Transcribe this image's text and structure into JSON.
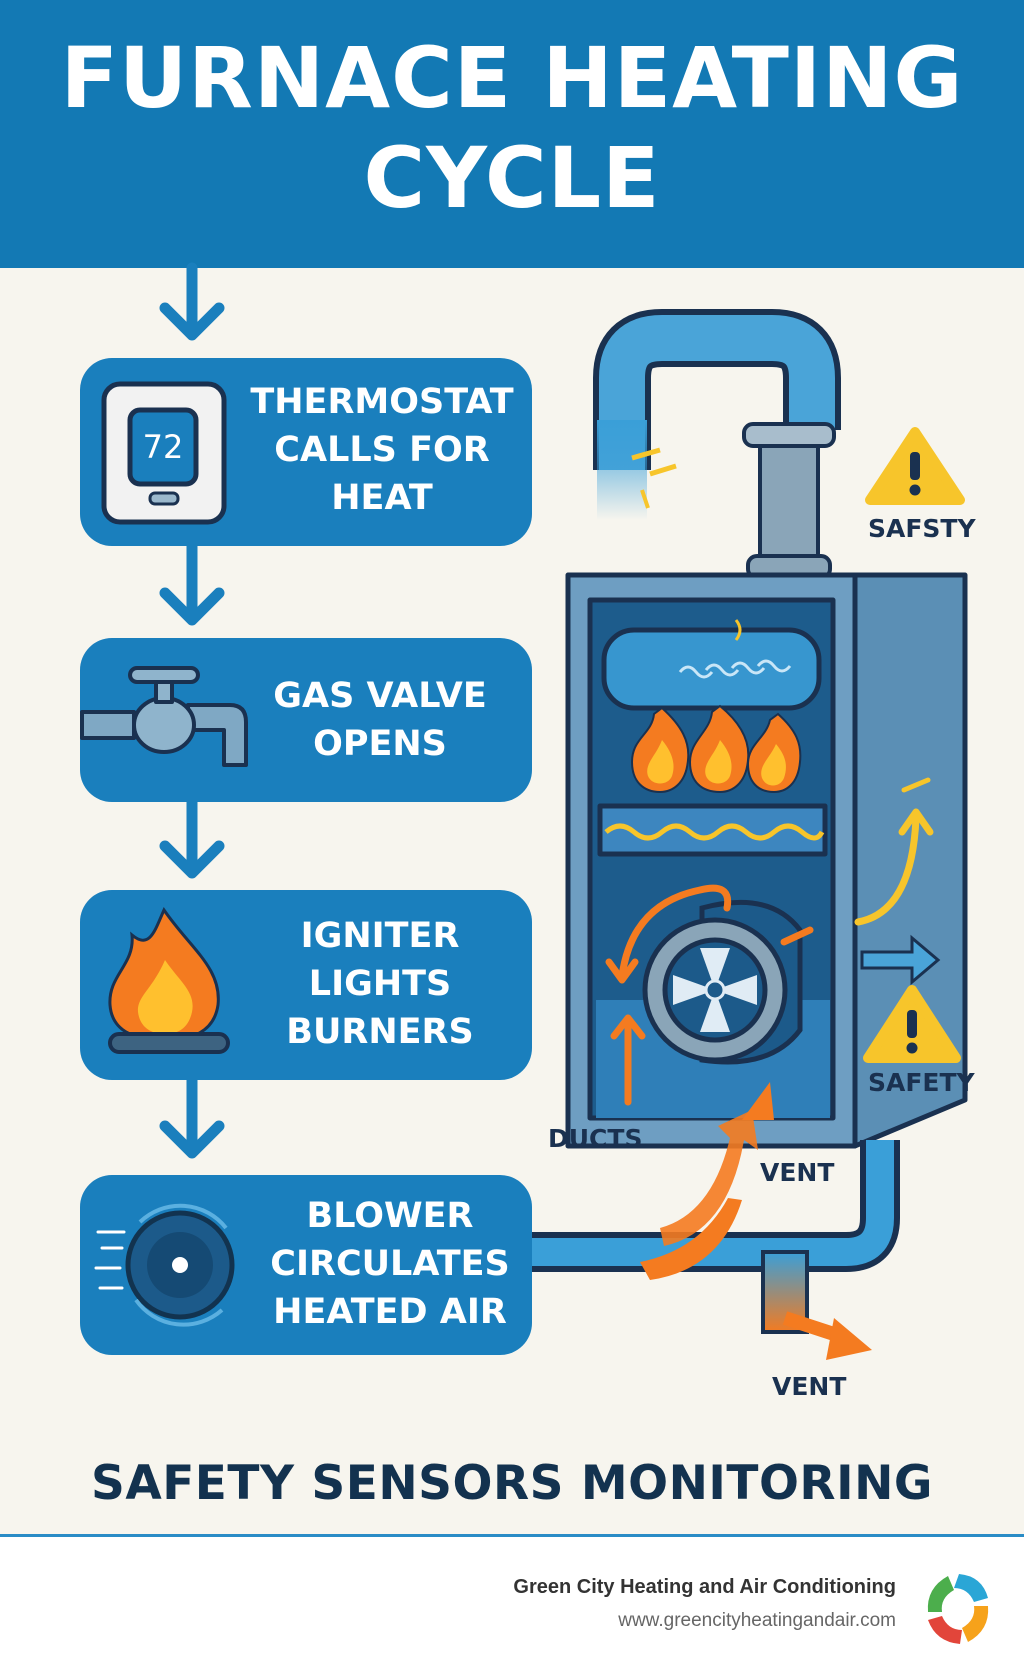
{
  "title": {
    "line1": "FURNACE HEATING",
    "line2": "CYCLE"
  },
  "steps": [
    {
      "lines": [
        "THERMOSTAT",
        "CALLS FOR",
        "HEAT"
      ],
      "icon": "thermostat-icon",
      "display": "72"
    },
    {
      "lines": [
        "GAS VALVE",
        "OPENS"
      ],
      "icon": "gas-valve-icon"
    },
    {
      "lines": [
        "IGNITER",
        "LIGHTS",
        "BURNERS"
      ],
      "icon": "burner-flame-icon"
    },
    {
      "lines": [
        "BLOWER",
        "CIRCULATES",
        "HEATED AIR"
      ],
      "icon": "blower-fan-icon"
    }
  ],
  "labels": {
    "safety_top": "SAFSTY",
    "safety_side": "SAFETY",
    "ducts": "DUCTS",
    "vent_upper": "VENT",
    "vent_lower": "VENT"
  },
  "monitoring": "SAFETY SENSORS MONITORING",
  "footer": {
    "company": "Green City Heating and Air Conditioning",
    "website": "www.greencityheatingandair.com"
  },
  "colors": {
    "header_blue": "#1379b4",
    "card_blue": "#1a7fbd",
    "dark_navy": "#1a3150",
    "flame_orange": "#f47b20",
    "warning_yellow": "#f7c52b",
    "background": "#f7f5ee"
  }
}
